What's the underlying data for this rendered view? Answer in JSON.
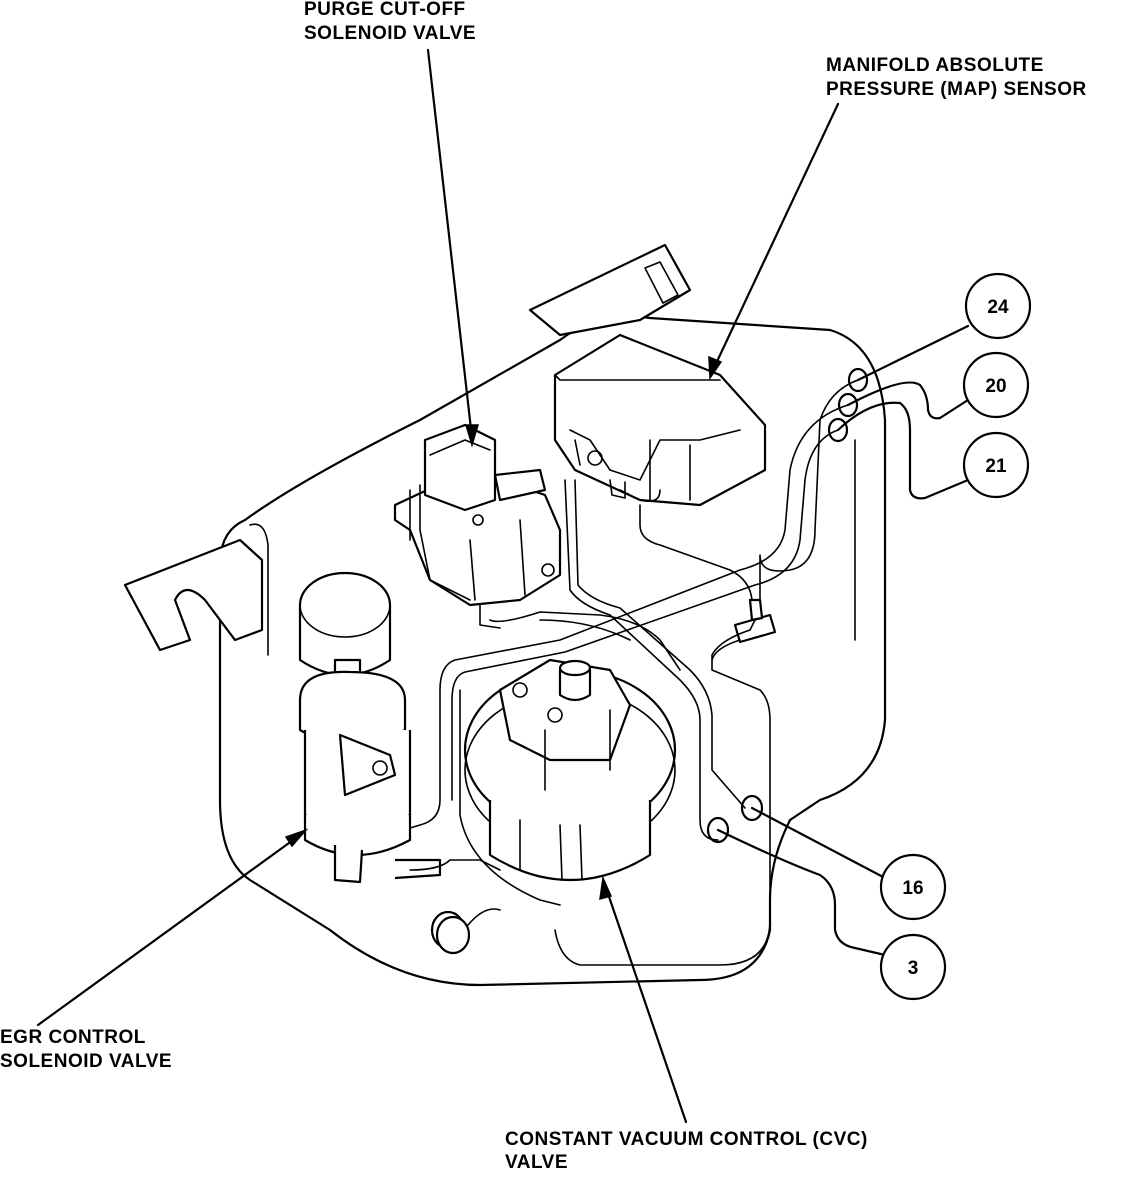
{
  "labels": {
    "purge_line1": "PURGE CUT-OFF",
    "purge_line2": "SOLENOID VALVE",
    "map_line1": "MANIFOLD ABSOLUTE",
    "map_line2": "PRESSURE (MAP) SENSOR",
    "egr_line1": "EGR CONTROL",
    "egr_line2": "SOLENOID VALVE",
    "cvc_line1": "CONSTANT VACUUM CONTROL (CVC)",
    "cvc_line2": "VALVE"
  },
  "callouts": {
    "c24": "24",
    "c20": "20",
    "c21": "21",
    "c16": "16",
    "c3": "3"
  }
}
